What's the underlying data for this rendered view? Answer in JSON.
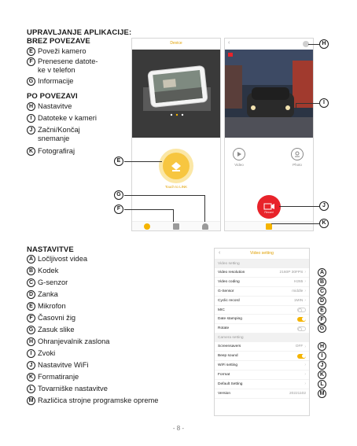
{
  "section1": {
    "heading_line1": "UPRAVLJANJE APLIKACIJE:",
    "heading_line2": "BREZ POVEZAVE",
    "items": [
      {
        "badge": "E",
        "lines": [
          "Poveži kamero"
        ]
      },
      {
        "badge": "F",
        "lines": [
          "Prenesene datote-",
          "ke v telefon"
        ]
      },
      {
        "badge": "G",
        "lines": [
          "Informacije"
        ]
      }
    ]
  },
  "section2": {
    "heading": "PO POVEZAVI",
    "items": [
      {
        "badge": "H",
        "lines": [
          "Nastavitve"
        ]
      },
      {
        "badge": "I",
        "lines": [
          "Datoteke v kameri"
        ]
      },
      {
        "badge": "J",
        "lines": [
          "Začni/Končaj",
          "snemanje"
        ]
      },
      {
        "badge": "K",
        "lines": [
          "Fotografiraj"
        ]
      }
    ]
  },
  "section3": {
    "heading": "NASTAVITVE",
    "items": [
      {
        "badge": "A",
        "label": "Ločljivost videa"
      },
      {
        "badge": "B",
        "label": "Kodek"
      },
      {
        "badge": "C",
        "label": "G-senzor"
      },
      {
        "badge": "D",
        "label": "Zanka"
      },
      {
        "badge": "E",
        "label": "Mikrofon"
      },
      {
        "badge": "F",
        "label": "Časovni žig"
      },
      {
        "badge": "G",
        "label": "Zasuk slike"
      },
      {
        "badge": "H",
        "label": "Ohranjevalnik zaslona"
      },
      {
        "badge": "I",
        "label": "Zvoki"
      },
      {
        "badge": "J",
        "label": "Nastavitve WiFi"
      },
      {
        "badge": "K",
        "label": "Formatiranje"
      },
      {
        "badge": "L",
        "label": "Tovarniške nastavitve"
      },
      {
        "badge": "M",
        "label": "Različica strojne programske opreme"
      }
    ]
  },
  "phone1": {
    "title": "Device",
    "connect_label": "Touch to LINK"
  },
  "phone2": {
    "video_label": "Video",
    "photo_label": "Photo",
    "record_label": "Record"
  },
  "callouts": {
    "E": "E",
    "F": "F",
    "G": "G",
    "H": "H",
    "I": "I",
    "J": "J",
    "K": "K"
  },
  "settings": {
    "title": "Video setting",
    "group1": "Video setting",
    "group2": "Camera setting",
    "rows": [
      {
        "label": "Video resolution",
        "value": "2160P 30FPS",
        "kind": "chevron",
        "badge": "A"
      },
      {
        "label": "Video coding",
        "value": "H265",
        "kind": "chevron",
        "badge": "B"
      },
      {
        "label": "G-Sensor",
        "value": "middle",
        "kind": "chevron",
        "badge": "C"
      },
      {
        "label": "Cyclic record",
        "value": "1MIN",
        "kind": "chevron",
        "badge": "D"
      },
      {
        "label": "MIC",
        "value": "",
        "kind": "toggle-off",
        "badge": "E"
      },
      {
        "label": "Date stamping",
        "value": "",
        "kind": "toggle-on",
        "badge": "F"
      },
      {
        "label": "Rotate",
        "value": "",
        "kind": "toggle-off",
        "badge": "G"
      },
      {
        "label": "Screensavers",
        "value": "OFF",
        "kind": "chevron",
        "badge": "H"
      },
      {
        "label": "Beep sound",
        "value": "",
        "kind": "toggle-on",
        "badge": "I"
      },
      {
        "label": "WiFi setting",
        "value": "",
        "kind": "chevron",
        "badge": "J"
      },
      {
        "label": "Format",
        "value": "",
        "kind": "chevron",
        "badge": "K"
      },
      {
        "label": "Default Setting",
        "value": "",
        "kind": "chevron",
        "badge": "L"
      },
      {
        "label": "Version",
        "value": "20221102",
        "kind": "text",
        "badge": "M"
      }
    ]
  },
  "page_number": "- 8 -",
  "colors": {
    "accent": "#f5b400",
    "record_red": "#e8232a"
  }
}
